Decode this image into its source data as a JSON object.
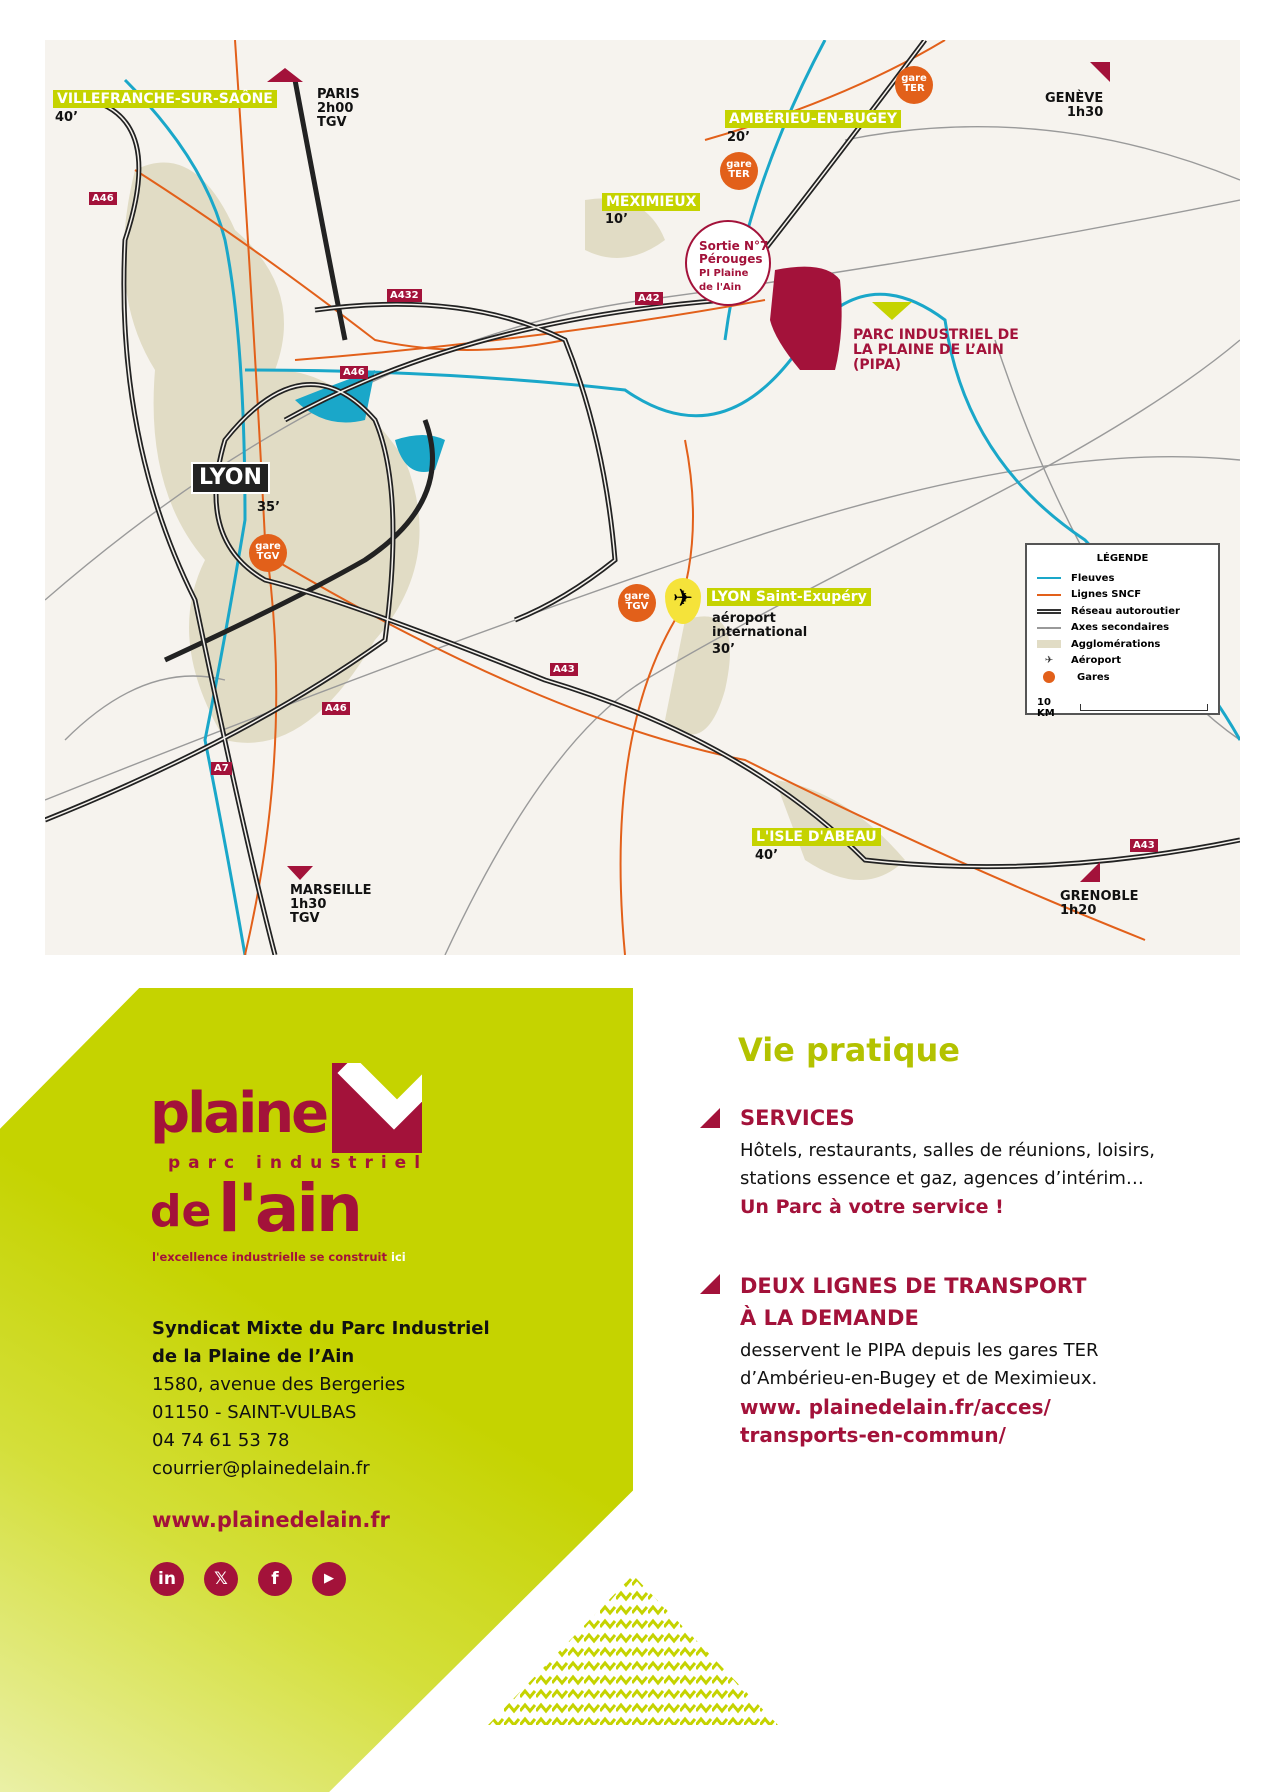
{
  "map": {
    "cities": [
      {
        "name": "VILLEFRANCHE-SUR-SAÔNE",
        "time": "40’"
      },
      {
        "name": "AMBÉRIEU-EN-BUGEY",
        "time": "20’"
      },
      {
        "name": "MEXIMIEUX",
        "time": "10’"
      },
      {
        "name": "LYON Saint-Exupéry",
        "time": "30’"
      },
      {
        "name": "L'ISLE D'ABEAU",
        "time": "40’"
      }
    ],
    "lyon": {
      "name": "LYON",
      "time": "35’"
    },
    "directions": {
      "paris": [
        "PARIS",
        "2h00",
        "TGV"
      ],
      "geneve": [
        "GENÈVE",
        "1h30"
      ],
      "marseille": [
        "MARSEILLE",
        "1h30",
        "TGV"
      ],
      "grenoble": [
        "GRENOBLE",
        "1h20"
      ]
    },
    "airport_desc": [
      "aéroport",
      "international"
    ],
    "exit": [
      "Sortie N°7",
      "Pérouges",
      "PI Plaine",
      "de l'Ain"
    ],
    "pipa": "PARC INDUSTRIEL DE LA PLAINE DE L’AIN (PIPA)",
    "roads": [
      "A46",
      "A432",
      "A42",
      "A46",
      "A43",
      "A46",
      "A7",
      "A43"
    ],
    "gares": [
      {
        "l1": "gare",
        "l2": "TER"
      },
      {
        "l1": "gare",
        "l2": "TER"
      },
      {
        "l1": "gare",
        "l2": "TGV"
      },
      {
        "l1": "gare",
        "l2": "TGV"
      }
    ],
    "legend": {
      "title": "LÉGENDE",
      "items": [
        "Fleuves",
        "Lignes SNCF",
        "Réseau autoroutier",
        "Axes secondaires",
        "Agglomérations",
        "Aéroport",
        "Gares"
      ],
      "scale": "10 KM"
    },
    "colors": {
      "river": "#1aa7c9",
      "rail": "#e2601a",
      "brand": "#a3123a",
      "lime": "#c5d300"
    }
  },
  "logo": {
    "line1": "plaine",
    "line2": "parc industriel",
    "line3a": "de",
    "line3b": "l'ain",
    "tagline": "l'excellence industrielle se construit",
    "ici": "ici"
  },
  "contact": {
    "org1": "Syndicat Mixte du Parc Industriel",
    "org2": "de la Plaine de l’Ain",
    "street": "1580, avenue des Bergeries",
    "city": "01150 - SAINT-VULBAS",
    "phone": "04 74 61 53 78",
    "email": "courrier@plainedelain.fr",
    "website": "www.plainedelain.fr"
  },
  "social": [
    "in",
    "𝕏",
    "f",
    "▶"
  ],
  "vie": {
    "title": "Vie pratique",
    "services": {
      "heading": "SERVICES",
      "l1": "Hôtels, restaurants, salles de réunions, loisirs,",
      "l2": "stations essence et gaz, agences d’intérim…",
      "tag": "Un Parc à votre service !"
    },
    "transport": {
      "h1": "DEUX LIGNES DE TRANSPORT",
      "h2": "À LA DEMANDE",
      "l1": "desservent le PIPA depuis les gares TER",
      "l2": "d’Ambérieu-en-Bugey et de Meximieux.",
      "link1": "www. plainedelain.fr/acces/",
      "link2": "transports-en-commun/"
    }
  }
}
